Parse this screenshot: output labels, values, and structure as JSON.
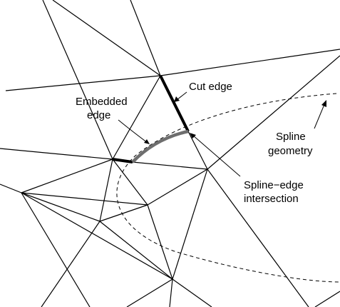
{
  "labels": {
    "cut_edge": "Cut edge",
    "embedded_edge_1": "Embedded",
    "embedded_edge_2": "edge",
    "spline_geometry_1": "Spline",
    "spline_geometry_2": "geometry",
    "intersection_1": "Spline−edge",
    "intersection_2": "intersection"
  },
  "colors": {
    "mesh": "#000000",
    "embedded_edge": "#6e6e6e",
    "spline": "#000000"
  }
}
